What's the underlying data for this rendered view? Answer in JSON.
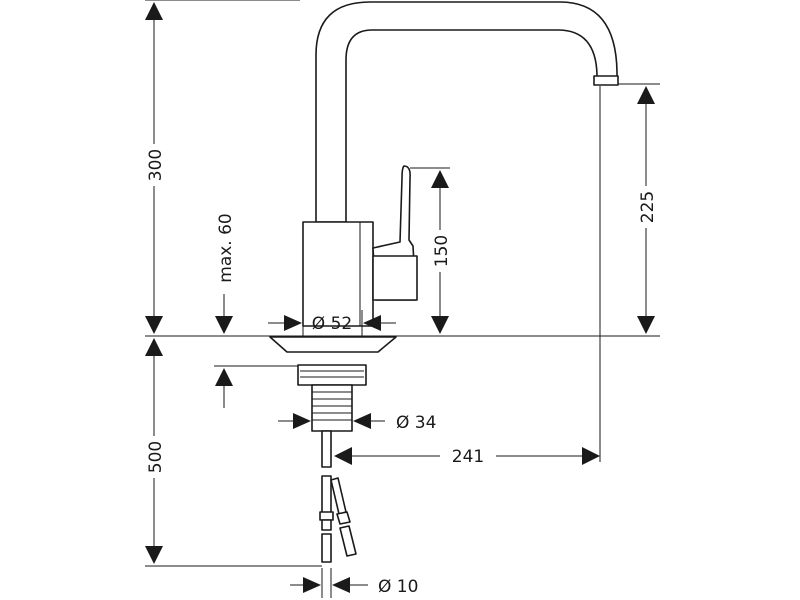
{
  "dimensions": {
    "total_height": "300",
    "spout_height": "225",
    "lever_height": "150",
    "max_thickness": "max. 60",
    "base_diameter": "Ø 52",
    "shank_diameter": "Ø 34",
    "spout_reach": "241",
    "below_height": "500",
    "hose_diameter": "Ø 10"
  }
}
